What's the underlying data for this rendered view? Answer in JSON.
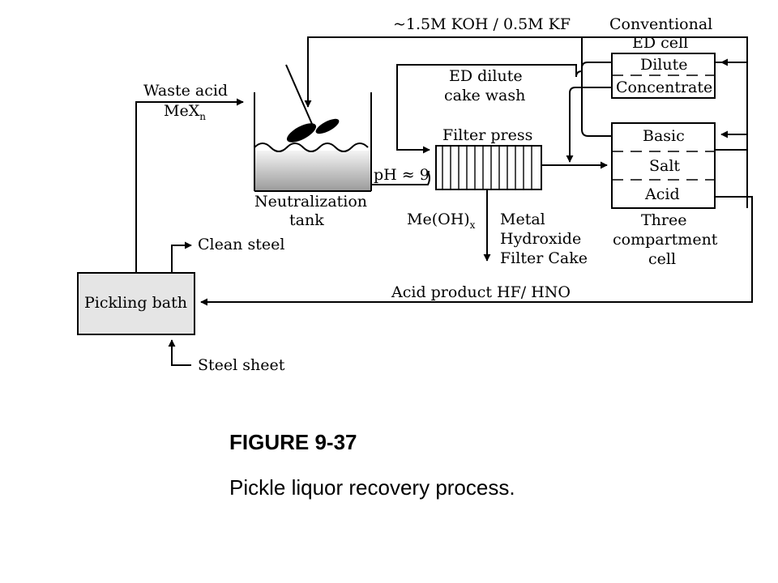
{
  "figure": {
    "number": "FIGURE 9-37",
    "caption": "Pickle liquor recovery process."
  },
  "labels": {
    "koh_kf": "~1.5M KOH / 0.5M KF",
    "conventional_line1": "Conventional",
    "conventional_line2": "ED cell",
    "dilute": "Dilute",
    "concentrate": "Concentrate",
    "ed_dilute_line1": "ED dilute",
    "ed_dilute_line2": "cake wash",
    "waste_acid_line1": "Waste acid",
    "waste_acid_me": "MeX",
    "waste_acid_sub": "n",
    "filter_press": "Filter press",
    "ph": "pH ≈ 9",
    "basic": "Basic",
    "salt": "Salt",
    "acid": "Acid",
    "neutralization_line1": "Neutralization",
    "neutralization_line2": "tank",
    "me_oh": "Me(OH)",
    "me_oh_sub": "x",
    "metal_line1": "Metal",
    "metal_line2": "Hydroxide",
    "metal_line3": "Filter Cake",
    "three_line1": "Three",
    "three_line2": "compartment",
    "three_line3": "cell",
    "clean_steel": "Clean steel",
    "pickling_bath": "Pickling bath",
    "acid_product": "Acid product HF/ HNO",
    "steel_sheet": "Steel sheet"
  }
}
